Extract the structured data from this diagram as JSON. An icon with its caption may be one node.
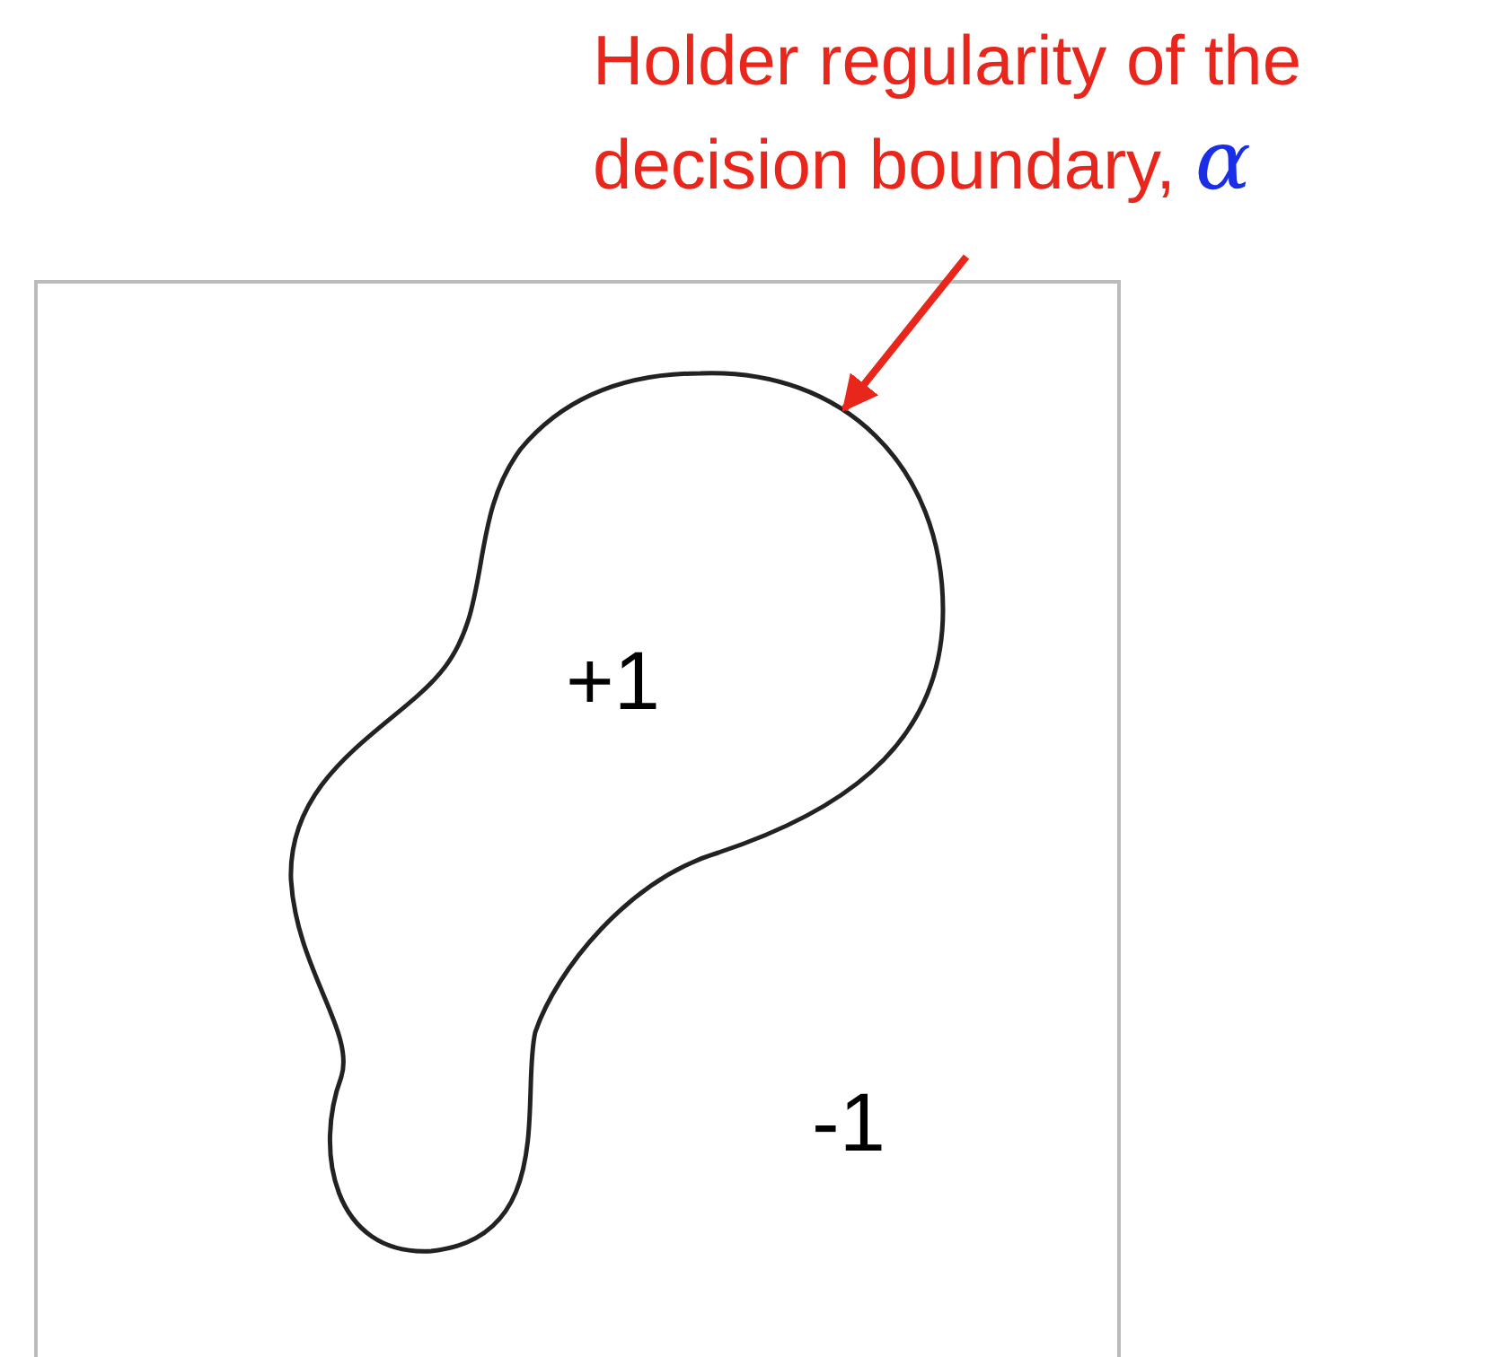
{
  "diagram": {
    "nodes": [
      {
        "text": [
          "Holder regularity of the decision boundary, *α*"
        ]
      },
      {
        "text": [],
        "shape": "curve"
      }
    ],
    "edges": [
      {
        "from": 0,
        "to": 1,
        "arrow": "to"
      }
    ],
    "labels": [
      "+1",
      "-1"
    ]
  }
}
